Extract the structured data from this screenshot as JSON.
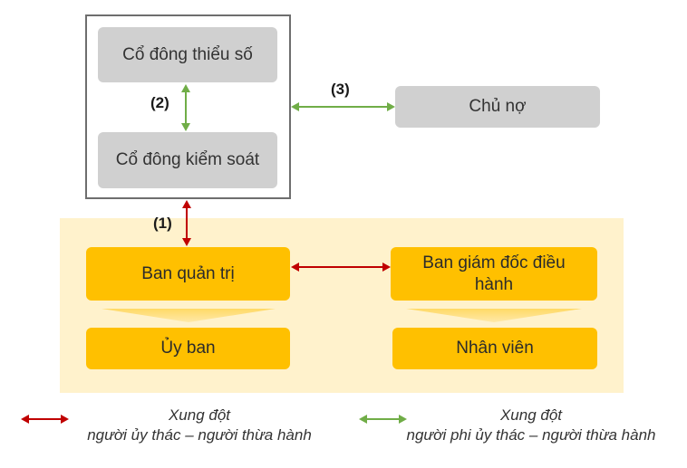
{
  "nodes": {
    "minority": "Cổ đông thiểu số",
    "controlling": "Cổ đông kiểm soát",
    "creditor": "Chủ nợ",
    "board": "Ban quản trị",
    "executives": "Ban giám đốc điều hành",
    "committee": "Ủy ban",
    "employees": "Nhân viên"
  },
  "labels": {
    "one": "(1)",
    "two": "(2)",
    "three": "(3)"
  },
  "legend": {
    "principal_agent": {
      "title": "Xung đột",
      "subtitle": "người ủy thác – người thừa hành",
      "color": "#c00000"
    },
    "nonprincipal_agent": {
      "title": "Xung đột",
      "subtitle": "người phi ủy thác – người thừa hành",
      "color": "#70ad47"
    }
  },
  "colors": {
    "gray_box": "#d0d0d0",
    "yellow_box": "#ffc000",
    "yellow_zone": "#fff2cc",
    "frame": "#6e6e6e"
  }
}
